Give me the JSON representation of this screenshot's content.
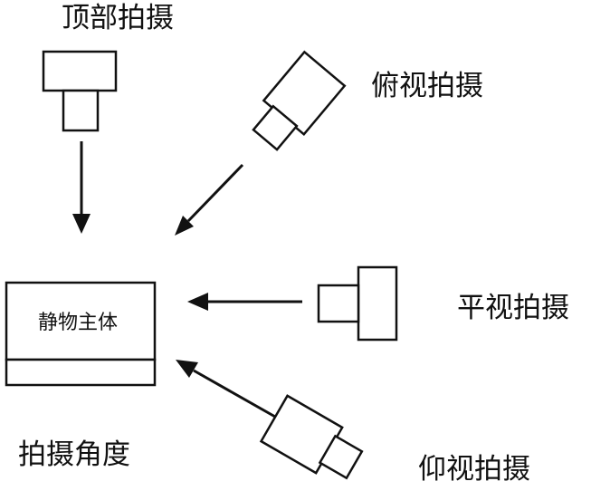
{
  "labels": {
    "top": "顶部拍摄",
    "high": "俯视拍摄",
    "eye": "平视拍摄",
    "low": "仰视拍摄",
    "subject": "静物主体",
    "caption": "拍摄角度"
  },
  "colors": {
    "ink": "#111111",
    "background": "#ffffff"
  },
  "icons": [
    "camera-icon",
    "arrow-icon"
  ]
}
